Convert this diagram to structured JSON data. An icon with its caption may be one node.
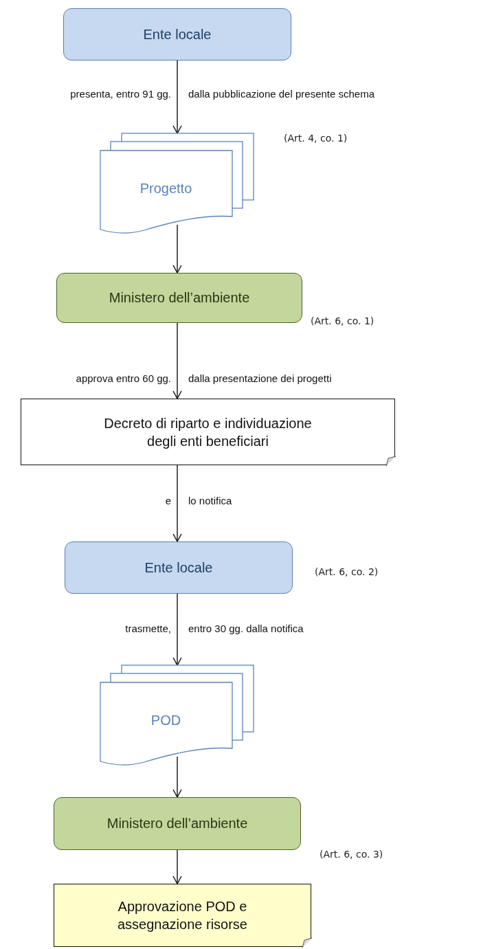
{
  "diagram": {
    "nodes": [
      {
        "text": [
          "Ente locale"
        ]
      },
      {
        "text": [
          "Progetto"
        ],
        "beside": [
          "(Art. 4, co. 1)"
        ]
      },
      {
        "text": [
          "Ministero dell’ambiente"
        ],
        "beside": [
          "(Art. 6, co. 1)"
        ]
      },
      {
        "text": [
          "Decreto di riparto e individuazione degli enti beneficiari"
        ]
      },
      {
        "text": [
          "Ente locale"
        ],
        "beside": [
          "(Art. 6, co. 2)"
        ]
      },
      {
        "text": [
          "POD"
        ]
      },
      {
        "text": [
          "Ministero dell’ambiente"
        ],
        "beside": [
          "(Art. 6, co. 3)"
        ]
      },
      {
        "text": [
          "Approvazione POD e assegnazione risorse"
        ]
      }
    ],
    "edges": [
      {
        "from": 0,
        "to": 1,
        "arrow": "to",
        "label": "presenta, entro 91 gg."
      },
      {
        "from": 1,
        "to": 2,
        "arrow": "to"
      },
      {
        "from": 2,
        "to": 3,
        "arrow": "to",
        "label": "approva entro 60 gg."
      },
      {
        "from": 3,
        "to": 4,
        "arrow": "to",
        "label": "e"
      },
      {
        "from": 4,
        "to": 5,
        "arrow": "to",
        "label": "trasmette,"
      },
      {
        "from": 5,
        "to": 6,
        "arrow": "to"
      },
      {
        "from": 6,
        "to": 7,
        "arrow": "to"
      }
    ],
    "labels": [
      "dalla pubblicazione del presente schema",
      "dalla presentazione dei progetti",
      "lo notifica",
      "entro 30 gg. dalla notifica"
    ]
  }
}
